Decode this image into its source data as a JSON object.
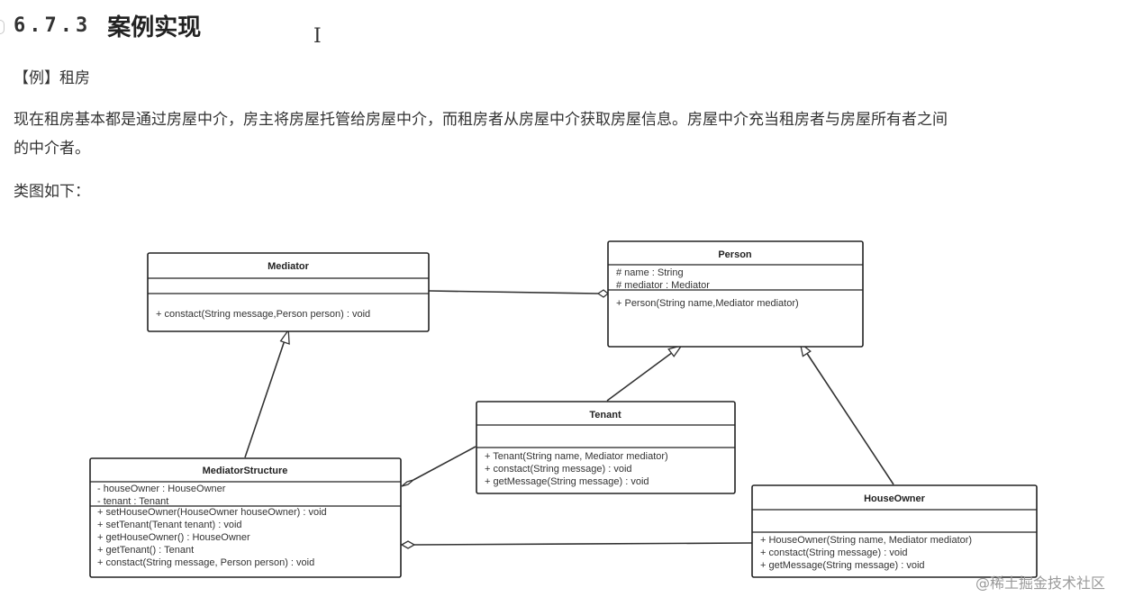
{
  "document": {
    "section_number": "6.7.3",
    "section_title": "案例实现",
    "example_label": "【例】租房",
    "paragraph_line1": "现在租房基本都是通过房屋中介，房主将房屋托管给房屋中介，而租房者从房屋中介获取房屋信息。房屋中介充当租房者与房屋所有者之间",
    "paragraph_line2": "的中介者。",
    "diagram_intro": "类图如下："
  },
  "uml": {
    "mediator": {
      "name": "Mediator",
      "attributes": [],
      "methods": [
        "+ constact(String message,Person person) : void"
      ]
    },
    "person": {
      "name": "Person",
      "attributes": [
        "# name : String",
        "# mediator : Mediator"
      ],
      "methods": [
        "+ Person(String name,Mediator mediator)"
      ]
    },
    "tenant": {
      "name": "Tenant",
      "attributes": [],
      "methods": [
        "+ Tenant(String name, Mediator mediator)",
        "+ constact(String message) : void",
        "+ getMessage(String message) : void"
      ]
    },
    "mediator_structure": {
      "name": "MediatorStructure",
      "attributes": [
        "- houseOwner : HouseOwner",
        "- tenant : Tenant"
      ],
      "methods": [
        "+ setHouseOwner(HouseOwner houseOwner) : void",
        "+ setTenant(Tenant tenant) : void",
        "+ getHouseOwner() : HouseOwner",
        "+ getTenant() : Tenant",
        "+ constact(String message, Person person) : void"
      ]
    },
    "house_owner": {
      "name": "HouseOwner",
      "attributes": [],
      "methods": [
        "+ HouseOwner(String name, Mediator mediator)",
        "+ constact(String message) : void",
        "+ getMessage(String message) : void"
      ]
    }
  },
  "watermark": "@稀土掘金技术社区"
}
